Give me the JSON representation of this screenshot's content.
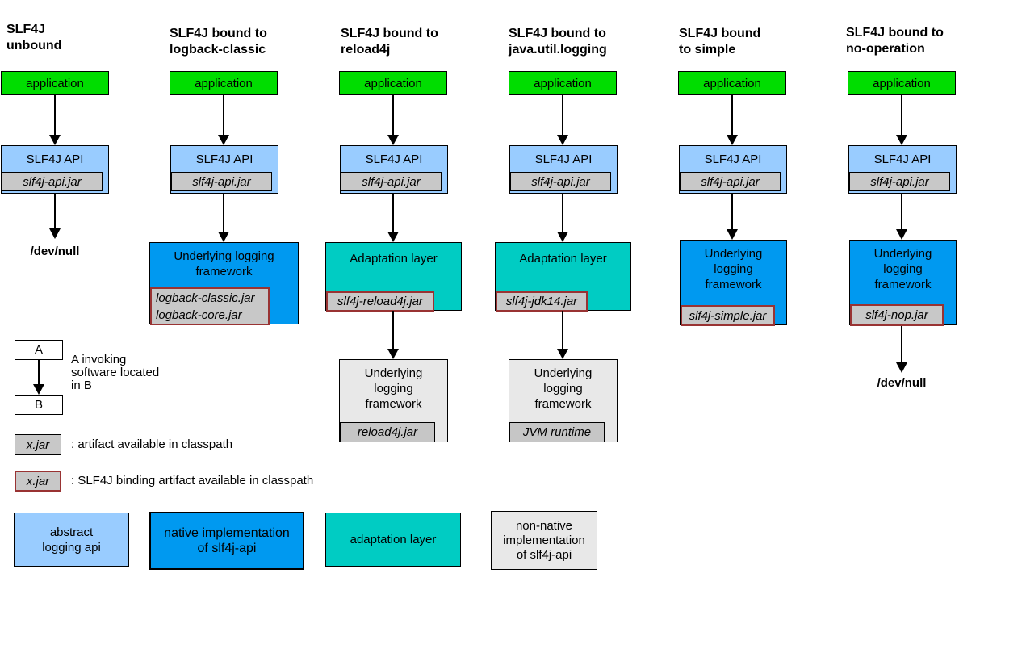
{
  "columns": [
    {
      "title": "SLF4J\nunbound",
      "app": "application",
      "api": "SLF4J API",
      "api_jar": "slf4j-api.jar",
      "sink": "/dev/null"
    },
    {
      "title": "SLF4J bound to\nlogback-classic",
      "app": "application",
      "api": "SLF4J API",
      "api_jar": "slf4j-api.jar",
      "framework": "Underlying logging\nframework",
      "framework_jar": "logback-classic.jar\nlogback-core.jar"
    },
    {
      "title": "SLF4J bound to\nreload4j",
      "app": "application",
      "api": "SLF4J API",
      "api_jar": "slf4j-api.jar",
      "adaptation": "Adaptation layer",
      "adaptation_jar": "slf4j-reload4j.jar",
      "framework": "Underlying\nlogging\nframework",
      "framework_jar": "reload4j.jar"
    },
    {
      "title": "SLF4J bound to\njava.util.logging",
      "app": "application",
      "api": "SLF4J API",
      "api_jar": "slf4j-api.jar",
      "adaptation": "Adaptation layer",
      "adaptation_jar": "slf4j-jdk14.jar",
      "framework": "Underlying\nlogging\nframework",
      "framework_jar": "JVM runtime"
    },
    {
      "title": "SLF4J bound\nto simple",
      "app": "application",
      "api": "SLF4J API",
      "api_jar": "slf4j-api.jar",
      "framework": "Underlying\nlogging\nframework",
      "framework_jar": "slf4j-simple.jar"
    },
    {
      "title": "SLF4J bound to\nno-operation",
      "app": "application",
      "api": "SLF4J API",
      "api_jar": "slf4j-api.jar",
      "framework": "Underlying\nlogging\nframework",
      "framework_jar": "slf4j-nop.jar",
      "sink": "/dev/null"
    }
  ],
  "legend": {
    "box_a": "A",
    "box_b": "B",
    "invoking_text": "A invoking\nsoftware located\nin B",
    "artifact_chip": "x.jar",
    "artifact_text": ": artifact available in classpath",
    "binding_chip": "x.jar",
    "binding_text": ": SLF4J binding artifact available in classpath",
    "color_key": [
      {
        "label": "abstract\nlogging api"
      },
      {
        "label": "native implementation\nof slf4j-api"
      },
      {
        "label": "adaptation layer"
      },
      {
        "label": "non-native\nimplementation\nof slf4j-api"
      }
    ]
  },
  "colors": {
    "application_green": "#00dd00",
    "api_light_blue": "#99ccff",
    "native_blue": "#0099f0",
    "adaptation_teal": "#00ccc3",
    "jar_gray": "#c8c8c8",
    "jar_dark_gray": "#c6c6c6",
    "framework_light_gray": "#e8e8e8",
    "binding_border_maroon": "#993333",
    "white": "#ffffff"
  }
}
